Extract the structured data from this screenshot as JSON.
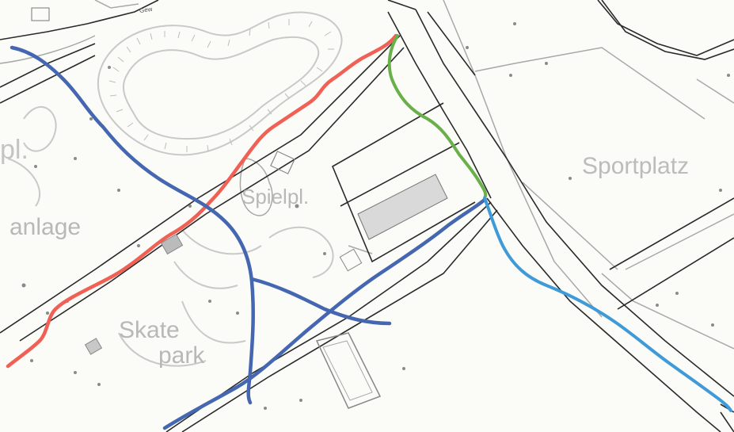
{
  "labels": {
    "spielpl_main": "Spielpl.",
    "spielpl_left": "pl.",
    "anlage": "anlage",
    "skate": "Skate",
    "park": "park",
    "sportplatz": "Sportplatz",
    "street_top": "Gew"
  },
  "routes": [
    {
      "name": "red-route",
      "color": "#f06055"
    },
    {
      "name": "dark-blue-route",
      "color": "#4566b0"
    },
    {
      "name": "green-route",
      "color": "#6ab048"
    },
    {
      "name": "light-blue-route",
      "color": "#3f9ad8"
    }
  ],
  "map_colors": {
    "background": "#fbfbf8",
    "linework": "#2a2a2a",
    "faint_linework": "#9a9a9a",
    "building_fill": "#d9d9d9"
  }
}
